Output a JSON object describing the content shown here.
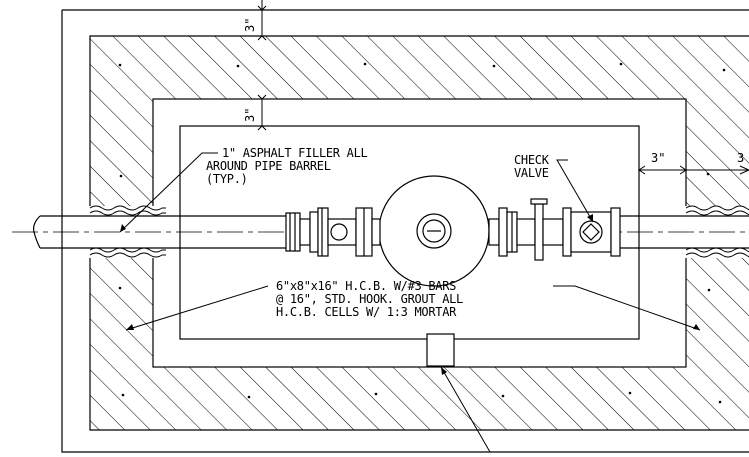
{
  "dimensions": {
    "top_outer": "3\"",
    "top_inner": "3\"",
    "right_inner": "3\"",
    "right_outer": "3"
  },
  "annotations": {
    "filler_line1": "1\" ASPHALT FILLER ALL",
    "filler_line2": "AROUND PIPE BARREL",
    "filler_line3": "(TYP.)",
    "check_valve_line1": "CHECK",
    "check_valve_line2": "VALVE",
    "block_line1": "6\"x8\"x16\" H.C.B. W/#3 BARS",
    "block_line2": "@ 16\", STD. HOOK. GROUT ALL",
    "block_line3": "H.C.B. CELLS W/ 1:3 MORTAR"
  },
  "colors": {
    "line": "#000000",
    "background": "#ffffff"
  }
}
